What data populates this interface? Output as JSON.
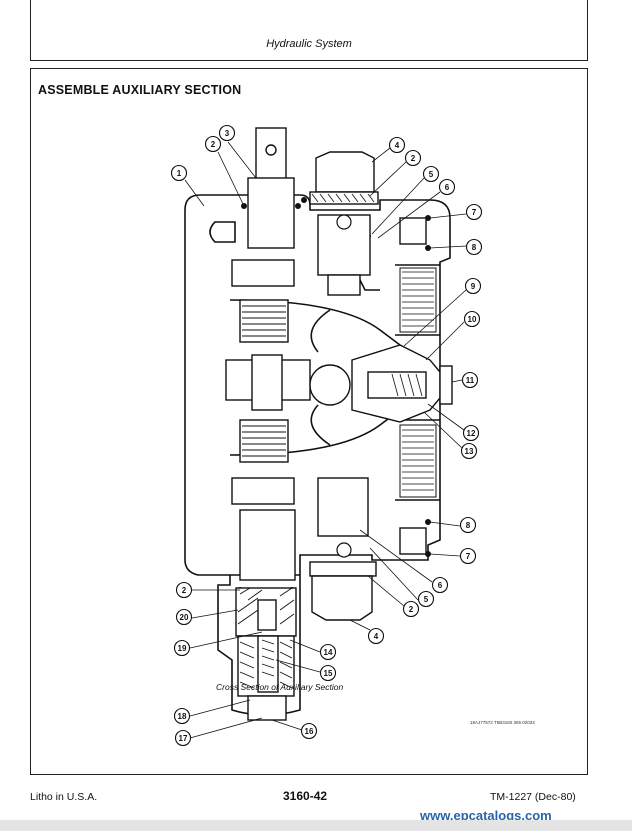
{
  "header": {
    "title": "Hydraulic System"
  },
  "section": {
    "title": "ASSEMBLE AUXILIARY SECTION"
  },
  "figure": {
    "caption": "Cross Section of Auxiliary Section",
    "code": "18AJ77572 T5B3160 365 02033"
  },
  "callouts": [
    "1",
    "2",
    "3",
    "4",
    "2",
    "5",
    "6",
    "7",
    "8",
    "9",
    "10",
    "11",
    "12",
    "13",
    "8",
    "7",
    "6",
    "5",
    "2",
    "4",
    "2",
    "20",
    "19",
    "14",
    "15",
    "18",
    "16",
    "17"
  ],
  "footer": {
    "left": "Litho in U.S.A.",
    "center": "3160-42",
    "right": "TM-1227 (Dec-80)"
  },
  "watermark": "www.epcatalogs.com"
}
